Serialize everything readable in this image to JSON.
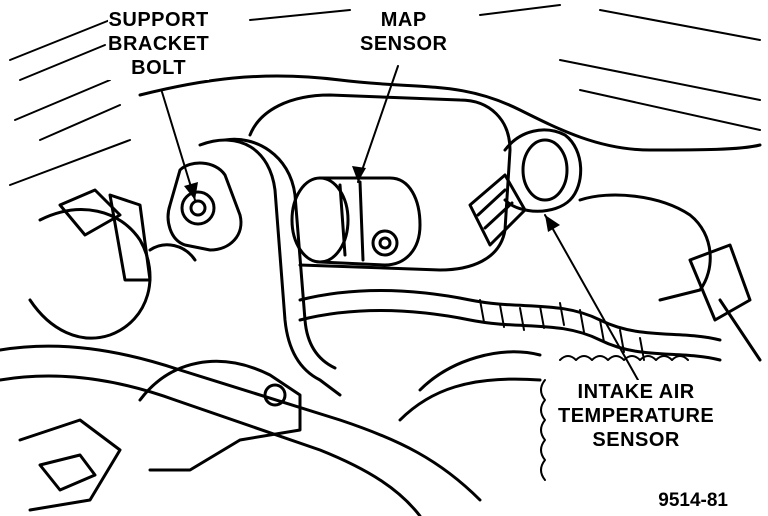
{
  "callouts": {
    "support_bracket_bolt": [
      "SUPPORT",
      "BRACKET",
      "BOLT"
    ],
    "map_sensor": [
      "MAP",
      "SENSOR"
    ],
    "intake_air_temperature_sensor": [
      "INTAKE AIR",
      "TEMPERATURE",
      "SENSOR"
    ]
  },
  "figure_number": "9514-81",
  "colors": {
    "ink": "#000000",
    "paper": "#ffffff"
  }
}
